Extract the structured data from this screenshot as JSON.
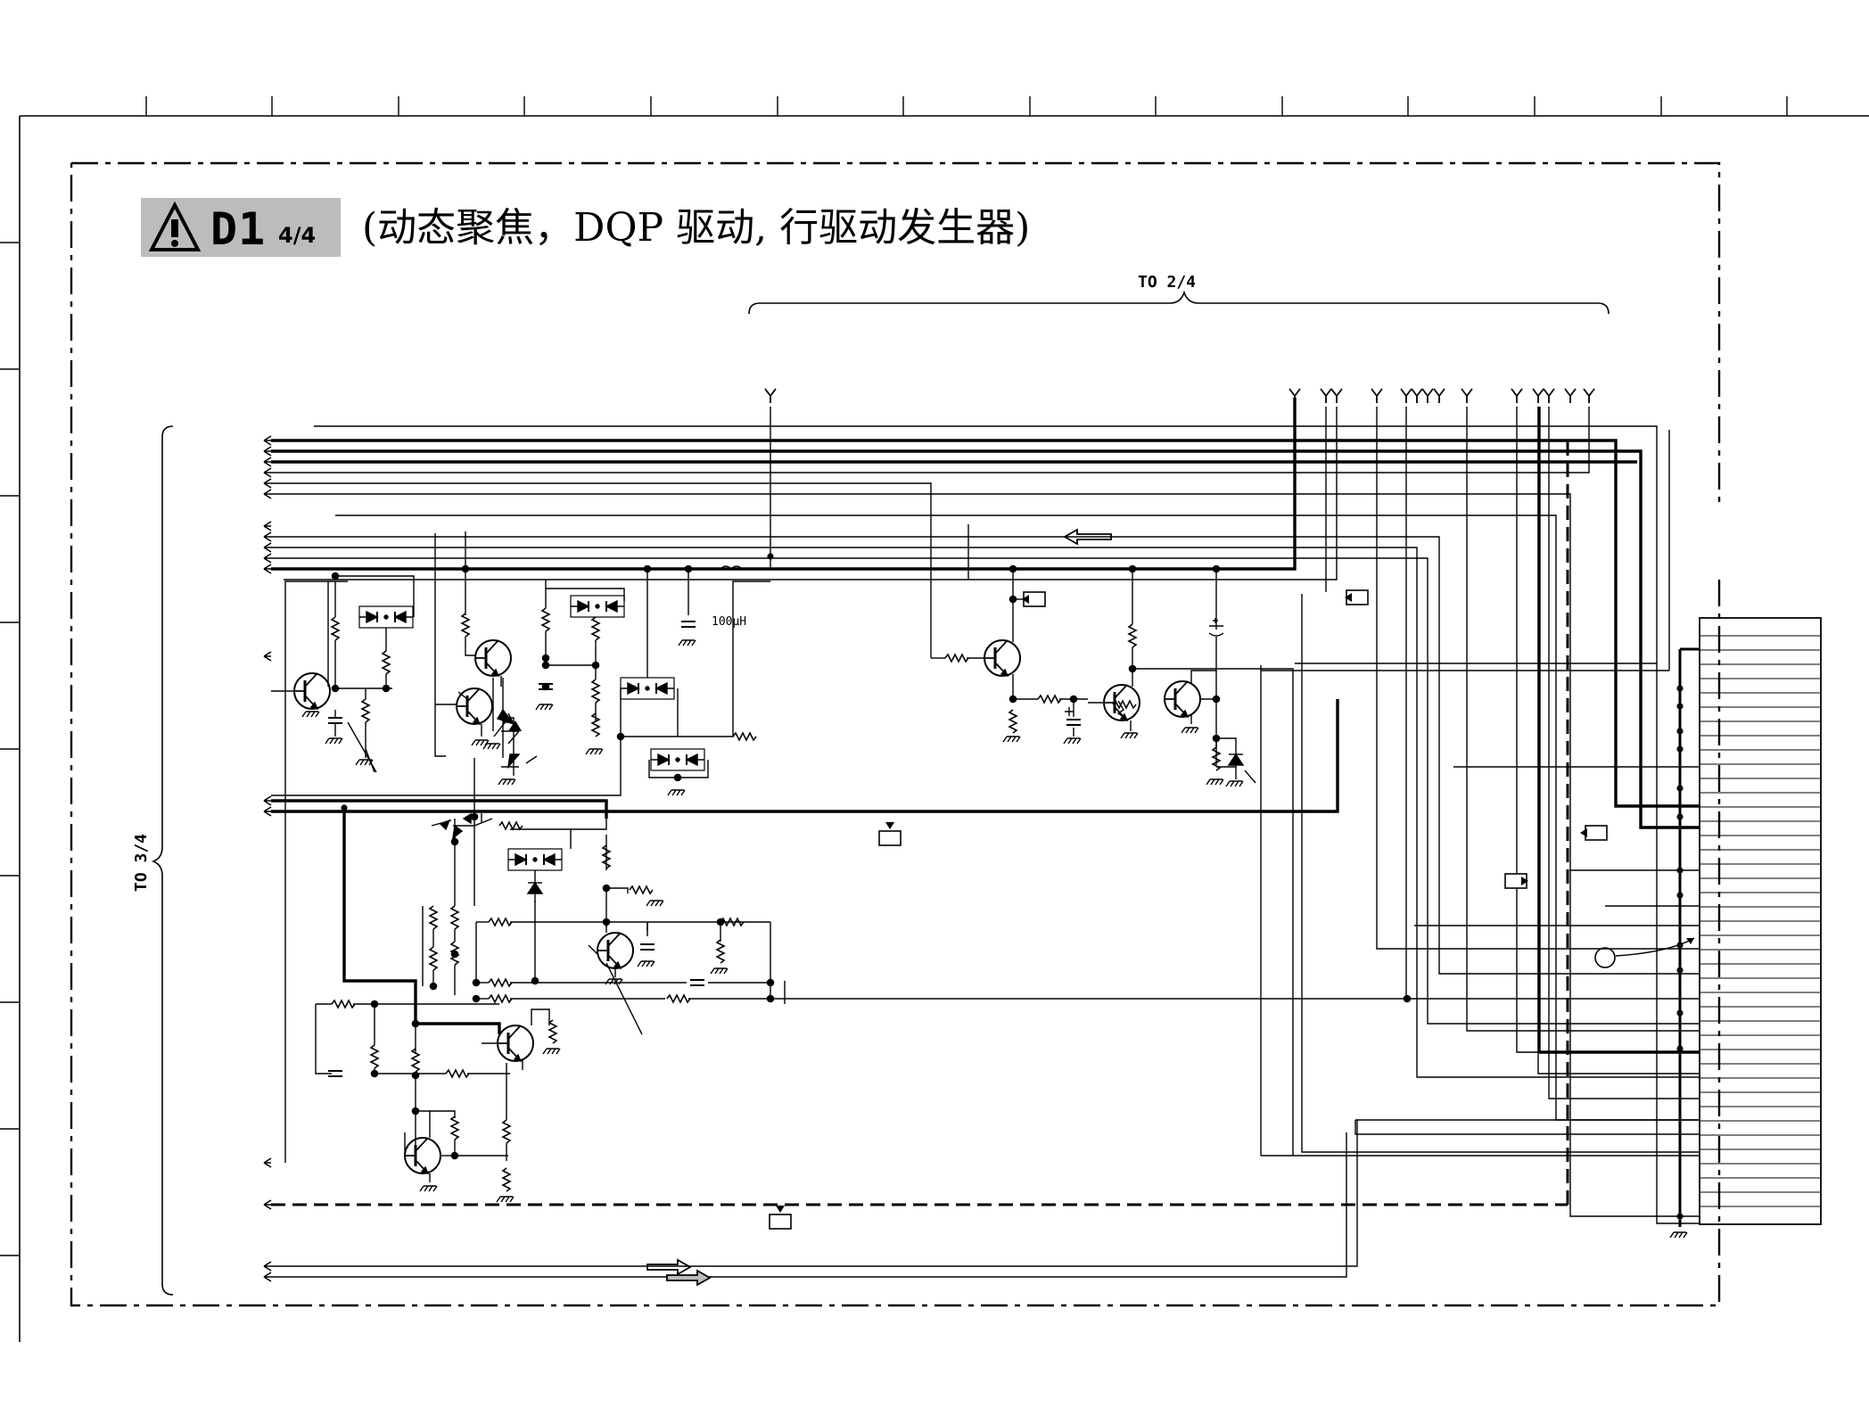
{
  "title": {
    "warning_symbol": "warning-triangle-icon",
    "board_code": "D1",
    "page_fraction": "4/4",
    "description": "(动态聚焦，DQP 驱动, 行驱动发生器)"
  },
  "connectors": {
    "top_label": "TO 2/4",
    "left_label": "TO 3/4"
  },
  "components": {
    "inductor_value": "100μH"
  },
  "colors": {
    "background": "#ffffff",
    "ink": "#000000",
    "title_badge": "#bcbcbc"
  }
}
